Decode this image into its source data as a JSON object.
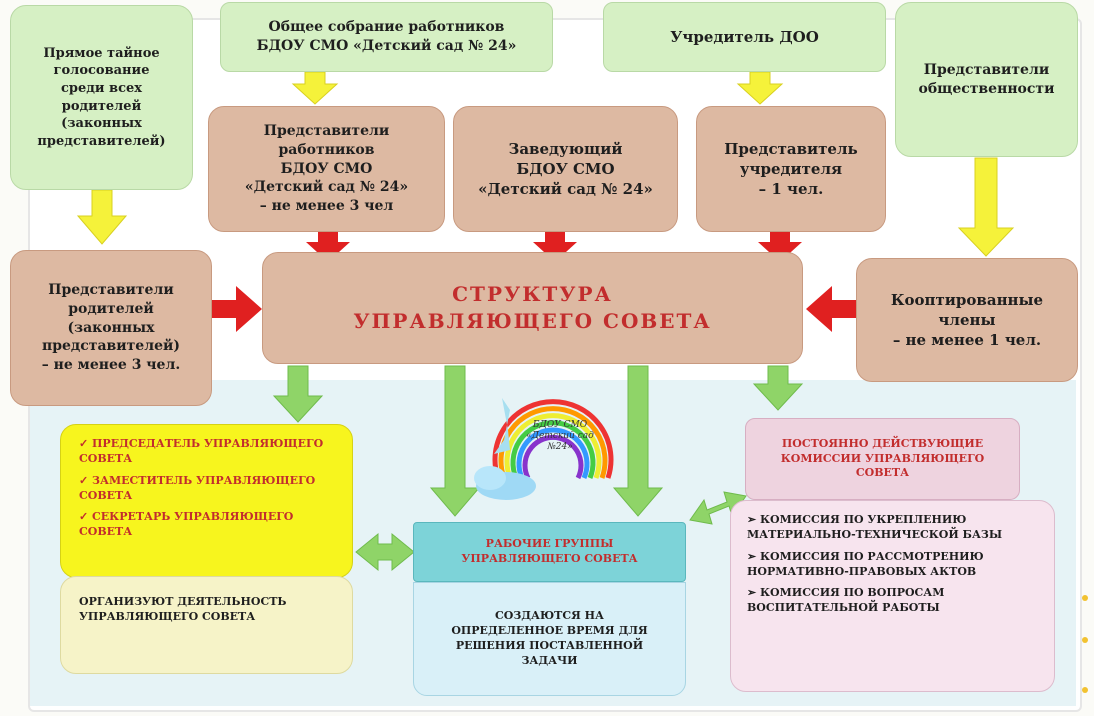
{
  "top_row": {
    "secret_ballot": "Прямое тайное\nголосование\nсреди всех\nродителей\n(законных\nпредставителей)",
    "general_meeting": "Общее собрание работников\nБДОУ СМО «Детский сад № 24»",
    "founder": "Учредитель ДОО",
    "public_reps": "Представители\nобщественности"
  },
  "second_row": {
    "staff_reps": "Представители\nработников\nБДОУ СМО\n«Детский сад № 24»\n– не менее 3 чел",
    "head": "Заведующий\nБДОУ СМО\n«Детский сад № 24»",
    "founder_rep": "Представитель\nучредителя\n– 1 чел."
  },
  "middle_row": {
    "parent_reps": "Представители\nродителей\n(законных\nпредставителей)\n– не менее 3 чел.",
    "structure_title": "СТРУКТУРА\nУПРАВЛЯЮЩЕГО СОВЕТА",
    "coopted": "Кооптированные\nчлены\n– не менее 1 чел."
  },
  "officers": {
    "items": [
      "✓ ПРЕДСЕДАТЕЛЬ УПРАВЛЯЮЩЕГО СОВЕТА",
      "✓ ЗАМЕСТИТЕЛЬ УПРАВЛЯЮЩЕГО СОВЕТА",
      "✓ СЕКРЕТАРЬ УПРАВЛЯЮЩЕГО СОВЕТА"
    ],
    "description": "ОРГАНИЗУЮТ ДЕЯТЕЛЬНОСТЬ\nУПРАВЛЯЮЩЕГО СОВЕТА"
  },
  "working_groups": {
    "title": "РАБОЧИЕ ГРУППЫ\nУПРАВЛЯЮЩЕГО СОВЕТА",
    "description": "СОЗДАЮТСЯ НА\nОПРЕДЕЛЕННОЕ ВРЕМЯ ДЛЯ\nРЕШЕНИЯ ПОСТАВЛЕННОЙ\nЗАДАЧИ"
  },
  "commissions": {
    "title": "ПОСТОЯННО ДЕЙСТВУЮЩИЕ\nКОМИССИИ УПРАВЛЯЮЩЕГО\nСОВЕТА",
    "items": [
      "➢ КОМИССИЯ ПО УКРЕПЛЕНИЮ МАТЕРИАЛЬНО-ТЕХНИЧЕСКОЙ БАЗЫ",
      "➢ КОМИССИЯ ПО РАССМОТРЕНИЮ НОРМАТИВНО-ПРАВОВЫХ АКТОВ",
      "➢ КОМИССИЯ ПО ВОПРОСАМ ВОСПИТАТЕЛЬНОЙ РАБОТЫ"
    ]
  },
  "logo": {
    "text": "БДОУ СМО\n«Детский сад\n№24»"
  },
  "colors": {
    "green_box": "#d6f0c4",
    "tan_box": "#ddb9a2",
    "yellow_arrow": "#f5f23a",
    "red_arrow": "#e02020",
    "green_arrow": "#8fd468",
    "officers_box": "#f7f51e",
    "working_groups_header": "#7dd3d8",
    "commission_header": "#eed3df"
  }
}
